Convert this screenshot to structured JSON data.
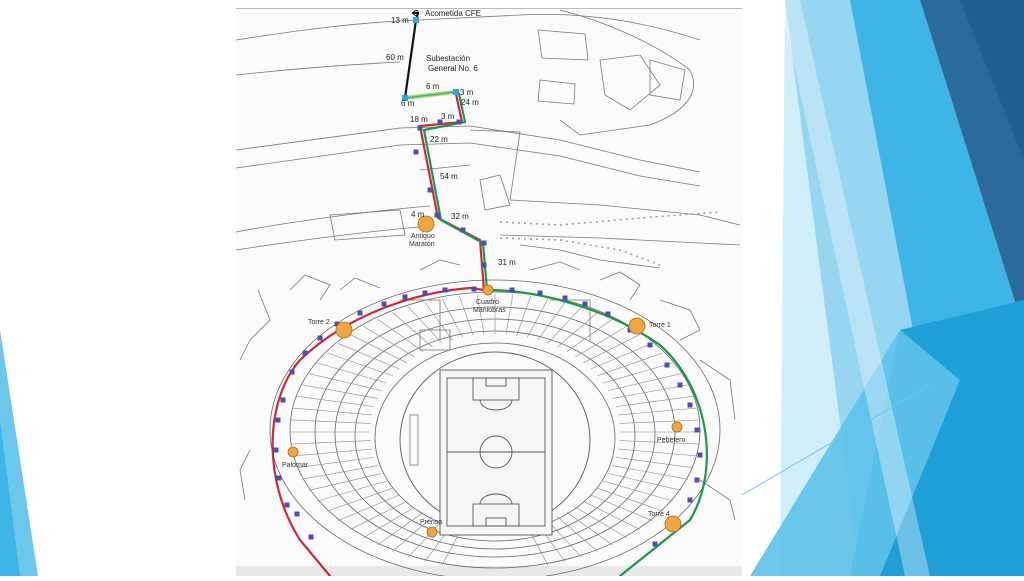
{
  "slide": {
    "theme_colors": {
      "light_blue": "#8fd3f0",
      "mid_blue": "#3fb4e6",
      "dark_blue": "#1f7fb8",
      "navy": "#2a6a9c"
    }
  },
  "diagram": {
    "colors": {
      "feeder_black": "#111111",
      "feeder_red": "#d0283a",
      "feeder_green": "#1a9a48",
      "node": "#4a4fb0",
      "pole": "#f0a640",
      "structure": "#666666"
    },
    "labels": {
      "acometida": "Acometida CFE",
      "subestacion_1": "Subestación",
      "subestacion_2": "General No. 6",
      "antiguo_1": "Antiguo",
      "antiguo_2": "Maratón",
      "cuadro_1": "Cuadro",
      "cuadro_2": "Maniobras",
      "torre1": "Torre 1",
      "torre2": "Torre 2",
      "torre4": "Torre 4",
      "palomar": "Palomar",
      "pebetero": "Pebetero",
      "prensa": "Prensa"
    },
    "distances": {
      "d13": "13 m",
      "d60": "60 m",
      "d6a": "6 m",
      "d6b": "6 m",
      "d3a": "3 m",
      "d24": "24 m",
      "d3b": "3 m",
      "d18": "18 m",
      "d22": "22 m",
      "d54": "54 m",
      "d4": "4 m",
      "d32": "32 m",
      "d31": "31 m"
    }
  }
}
